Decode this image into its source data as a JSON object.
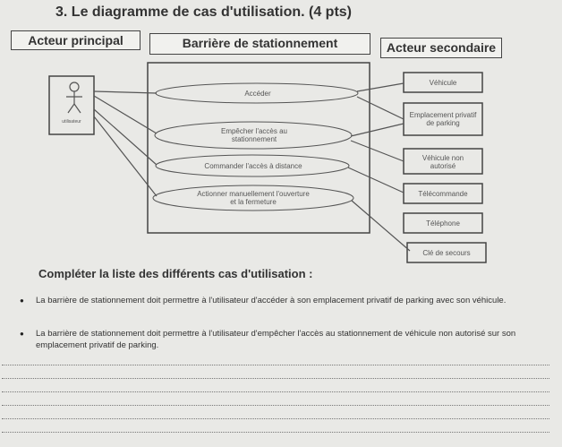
{
  "title": "3. Le diagramme de cas d'utilisation. (4 pts)",
  "headers": {
    "primary_actor": "Acteur principal",
    "system": "Barrière de stationnement",
    "secondary_actor": "Acteur secondaire"
  },
  "actor": {
    "label": "utilisateur"
  },
  "use_cases": [
    "Accéder",
    "Empêcher l'accès au stationnement",
    "Commander l'accès à distance",
    "Actionner manuellement l'ouverture et la fermeture"
  ],
  "secondary_actors": [
    "Véhicule",
    "Emplacement privatif de parking",
    "Véhicule non autorisé",
    "Télécommande",
    "Téléphone",
    "Clé de secours"
  ],
  "subtitle": "Compléter la liste des différents cas d'utilisation :",
  "bullets": [
    "La barrière de stationnement doit permettre à l'utilisateur d'accéder à son emplacement privatif de parking avec son véhicule.",
    "La barrière de stationnement doit permettre à l'utilisateur d'empêcher l'accès au stationnement de véhicule non autorisé sur son emplacement privatif de parking."
  ],
  "bullet_symbol": "●",
  "colors": {
    "paper": "#e9e9e6",
    "ink": "#333333"
  }
}
